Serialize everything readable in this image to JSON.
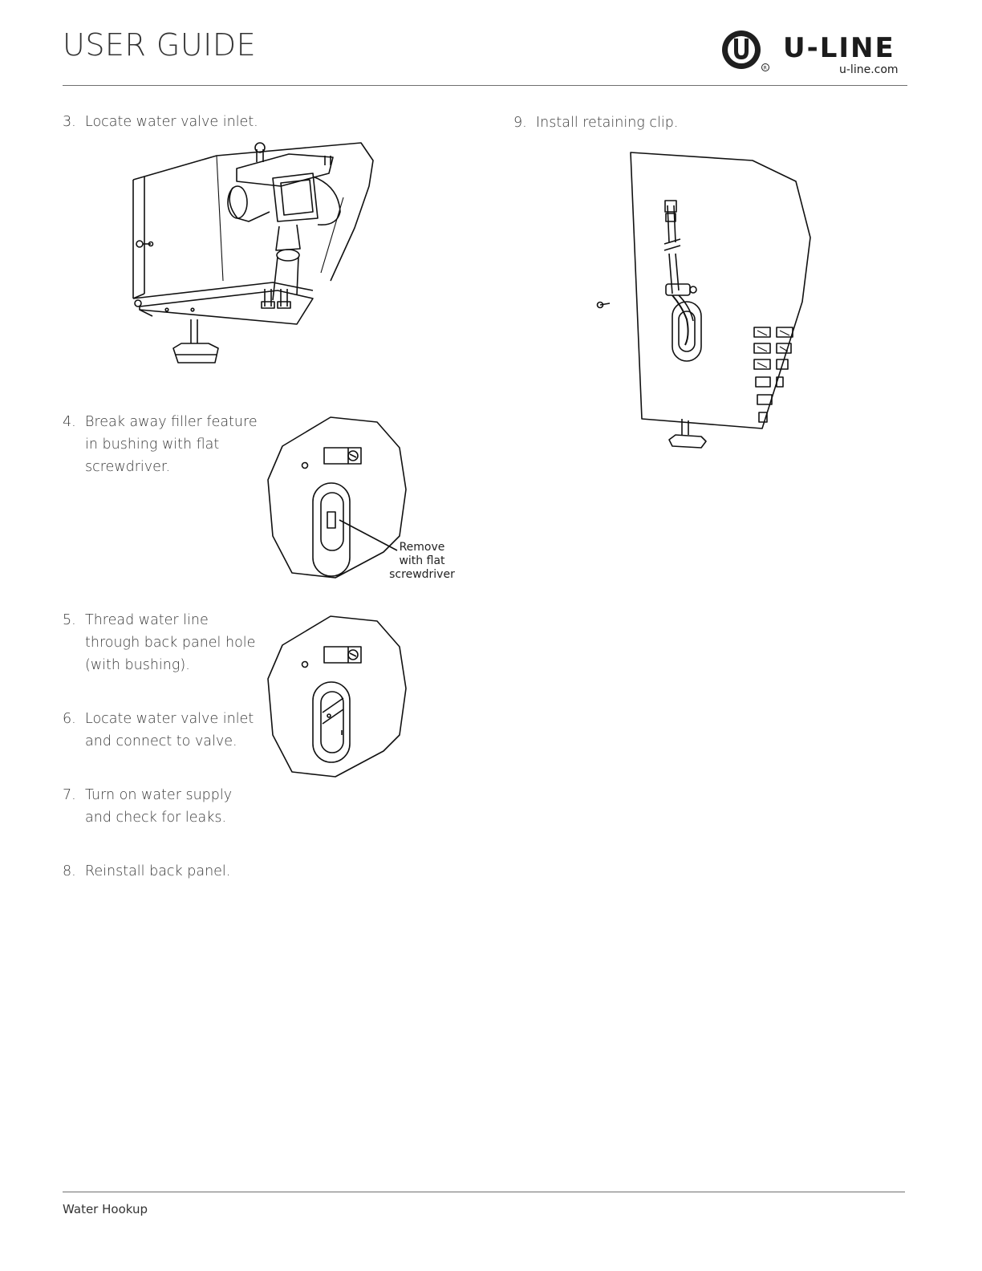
{
  "header": {
    "title": "USER GUIDE",
    "brand_name": "U-LINE",
    "brand_url": "u-line.com"
  },
  "steps": [
    {
      "number": "3.",
      "lines": [
        "Locate water valve inlet."
      ]
    },
    {
      "number": "4.",
      "lines": [
        "Break away filler feature",
        "in bushing with flat",
        "screwdriver."
      ]
    },
    {
      "number": "5.",
      "lines": [
        "Thread water line",
        "through back panel hole",
        "(with bushing)."
      ]
    },
    {
      "number": "6.",
      "lines": [
        "Locate water valve inlet",
        "and connect to valve."
      ]
    },
    {
      "number": "7.",
      "lines": [
        "Turn on water supply",
        "and check for leaks."
      ]
    },
    {
      "number": "8.",
      "lines": [
        "Reinstall back panel."
      ]
    },
    {
      "number": "9.",
      "lines": [
        "Install retaining clip."
      ]
    }
  ],
  "callout": {
    "lines": [
      "Remove",
      "with flat",
      "screwdriver"
    ]
  },
  "footer": {
    "section": "Water Hookup"
  }
}
